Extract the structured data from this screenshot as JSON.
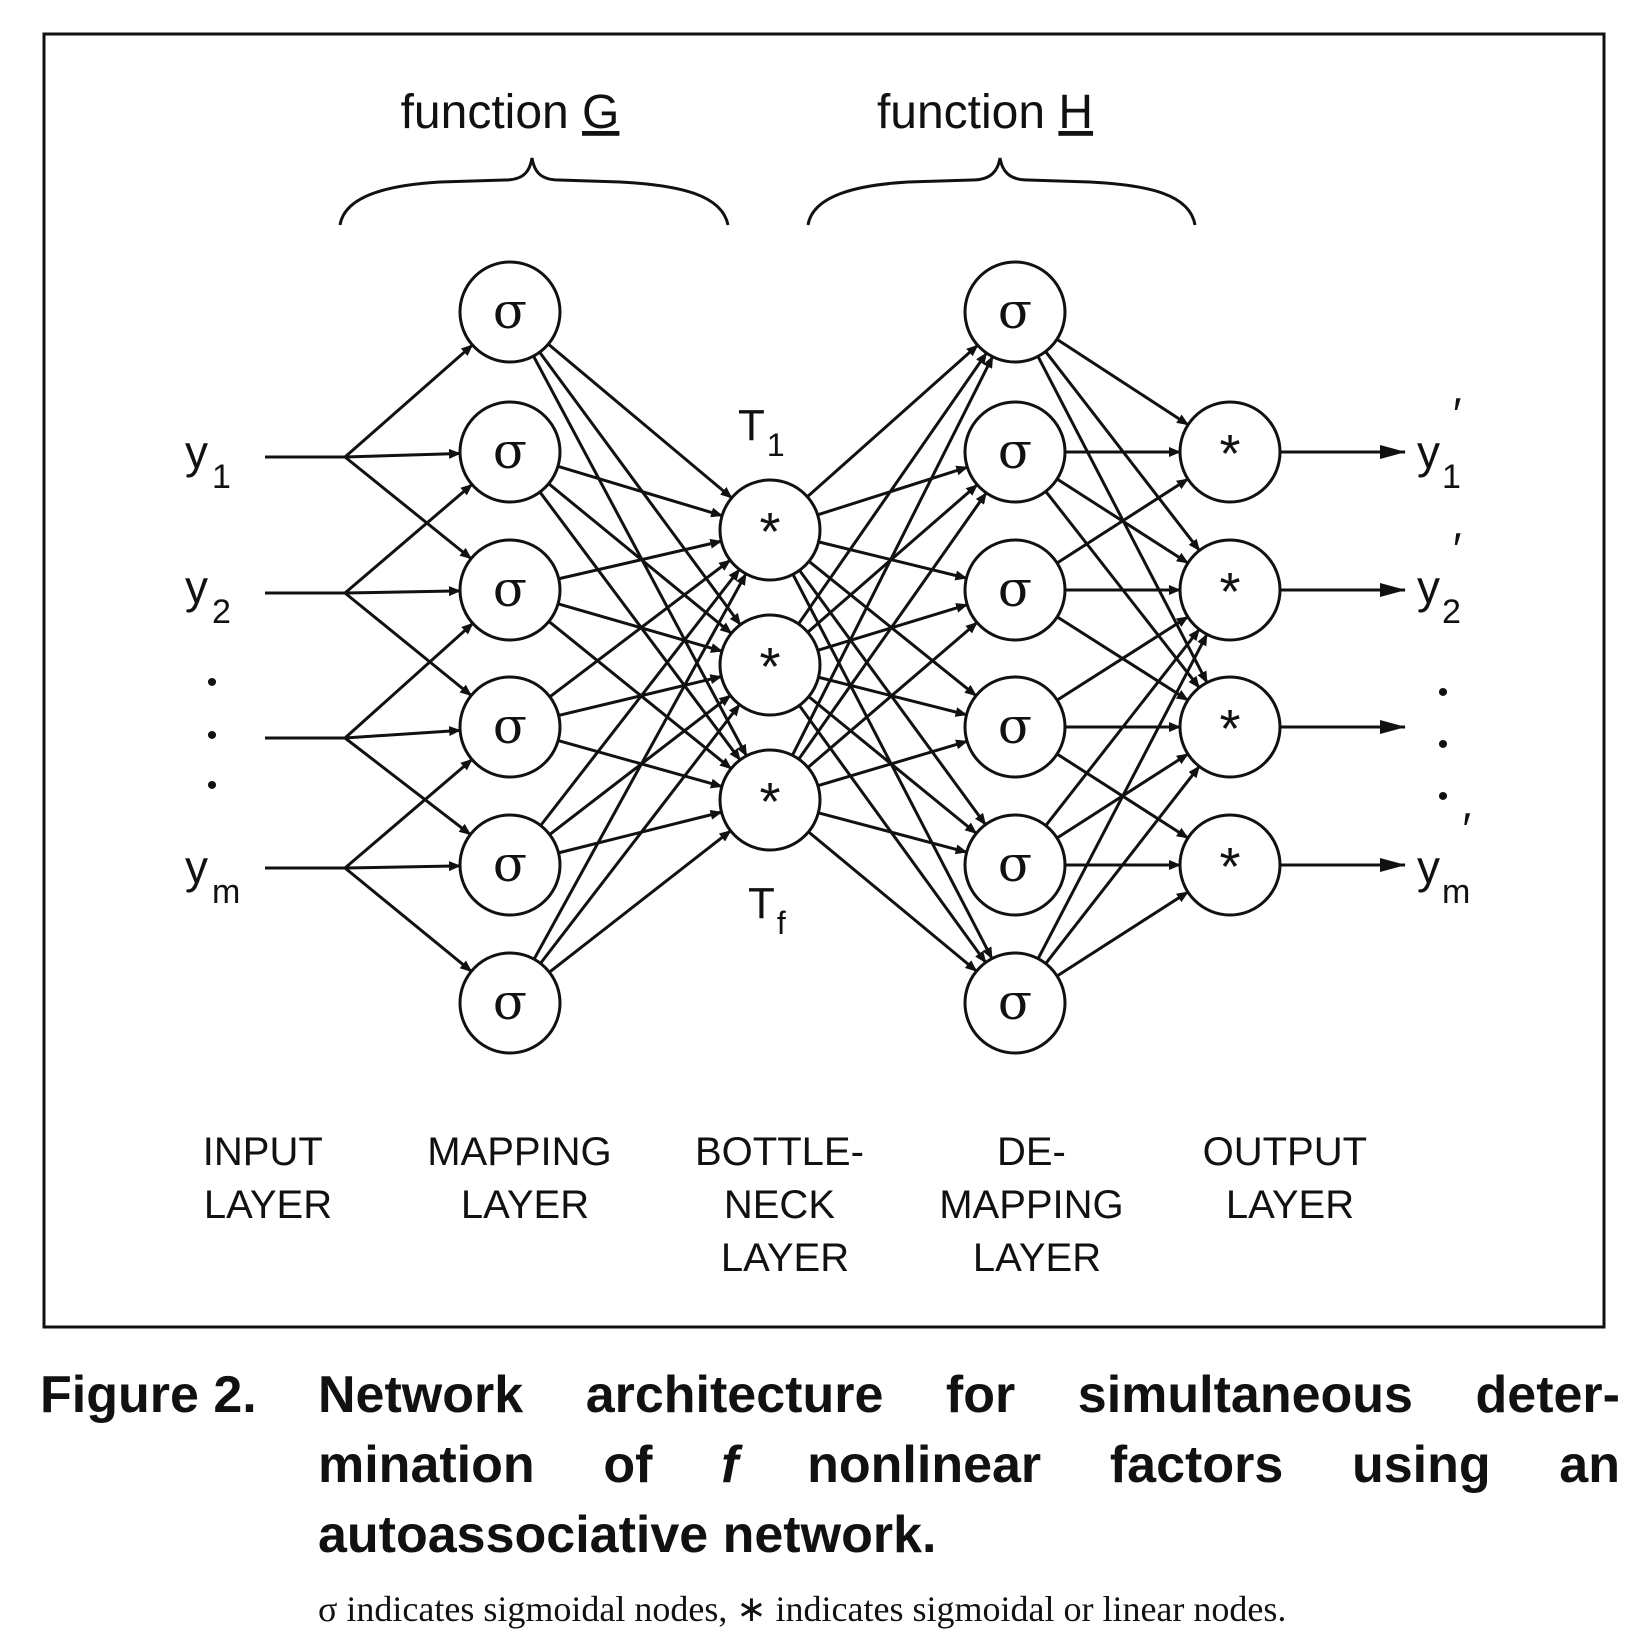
{
  "functions": {
    "g": {
      "prefix": "function ",
      "letter": "G"
    },
    "h": {
      "prefix": "function ",
      "letter": "H"
    }
  },
  "symbols": {
    "sigmoid": "σ",
    "star": "*",
    "dot": "•"
  },
  "inputs": [
    {
      "base": "y",
      "sub": "1"
    },
    {
      "base": "y",
      "sub": "2"
    },
    {
      "base": "y",
      "sub": "m"
    }
  ],
  "outputs": [
    {
      "base": "y",
      "sub": "1",
      "prime": "′"
    },
    {
      "base": "y",
      "sub": "2",
      "prime": "′"
    },
    {
      "base": "y",
      "sub": "m",
      "prime": "′"
    }
  ],
  "bottleneck_labels": {
    "top": {
      "base": "T",
      "sub": "1"
    },
    "bottom": {
      "base": "T",
      "sub": "f"
    }
  },
  "layers": [
    {
      "lines": [
        "INPUT",
        "LAYER"
      ]
    },
    {
      "lines": [
        "MAPPING",
        "LAYER"
      ]
    },
    {
      "lines": [
        "BOTTLE-",
        "NECK",
        "LAYER"
      ]
    },
    {
      "lines": [
        "DE-",
        "MAPPING",
        "LAYER"
      ]
    },
    {
      "lines": [
        "OUTPUT",
        "LAYER"
      ]
    }
  ],
  "caption": {
    "number": "Figure 2.",
    "text_before_f": "Network architecture for simultaneous deter­mination of ",
    "f": "f",
    "text_after_f": " nonlinear factors using an autoassociative network.",
    "note": "σ indicates sigmoidal nodes,  ∗ indicates sigmoidal or linear nodes."
  },
  "colors": {
    "ink": "#111111",
    "background": "#ffffff"
  }
}
